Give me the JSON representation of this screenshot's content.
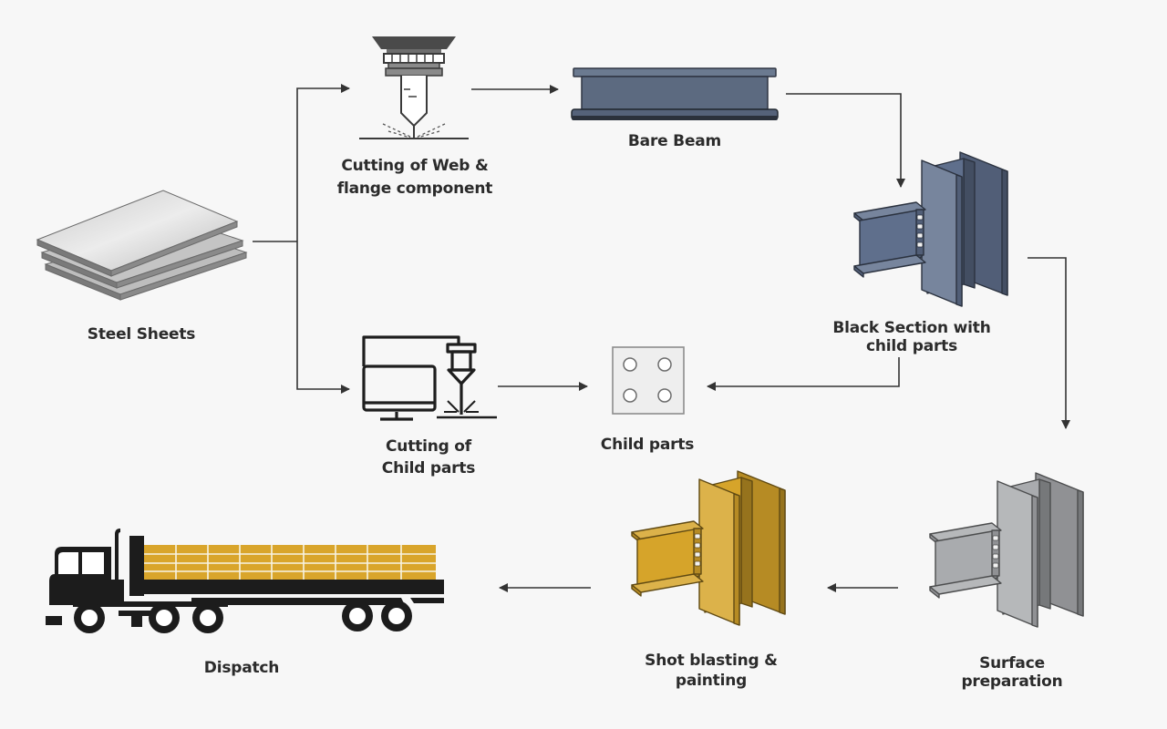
{
  "diagram": {
    "type": "process-flow",
    "title": "",
    "nodes": [
      {
        "id": "steel_sheets",
        "label": "Steel Sheets",
        "icon": "stacked-steel-sheets-icon"
      },
      {
        "id": "cutting_web",
        "label_lines": [
          "Cutting of Web &",
          "flange component"
        ],
        "icon": "laser-cutter-icon"
      },
      {
        "id": "bare_beam",
        "label": "Bare Beam",
        "icon": "i-beam-icon"
      },
      {
        "id": "black_section",
        "label_lines": [
          "Black Section with",
          "child parts"
        ],
        "icon": "beam-column-assembly-icon",
        "color": "#5f6f8c"
      },
      {
        "id": "cutting_child",
        "label_lines": [
          "Cutting of",
          "Child parts"
        ],
        "icon": "cnc-plasma-cutter-icon"
      },
      {
        "id": "child_parts",
        "label": "Child parts",
        "icon": "base-plate-icon"
      },
      {
        "id": "surface_prep",
        "label_lines": [
          "Surface",
          "preparation"
        ],
        "icon": "beam-column-assembly-icon",
        "color": "#a9abae"
      },
      {
        "id": "shot_blasting",
        "label_lines": [
          "Shot blasting &",
          "painting"
        ],
        "icon": "beam-column-assembly-icon",
        "color": "#d6a42a"
      },
      {
        "id": "dispatch",
        "label": "Dispatch",
        "icon": "flatbed-truck-icon"
      }
    ],
    "edges": [
      {
        "from": "steel_sheets",
        "to": "cutting_web"
      },
      {
        "from": "steel_sheets",
        "to": "cutting_child"
      },
      {
        "from": "cutting_web",
        "to": "bare_beam"
      },
      {
        "from": "bare_beam",
        "to": "black_section"
      },
      {
        "from": "cutting_child",
        "to": "child_parts"
      },
      {
        "from": "black_section",
        "to": "child_parts"
      },
      {
        "from": "black_section",
        "to": "surface_prep"
      },
      {
        "from": "surface_prep",
        "to": "shot_blasting"
      },
      {
        "from": "shot_blasting",
        "to": "dispatch"
      }
    ],
    "colors": {
      "line": "#333333",
      "text": "#2b2b2b",
      "black_steel": "#5f6f8c",
      "blasted_steel": "#a9abae",
      "painted_steel": "#d6a42a",
      "truck": "#1c1c1c"
    }
  }
}
